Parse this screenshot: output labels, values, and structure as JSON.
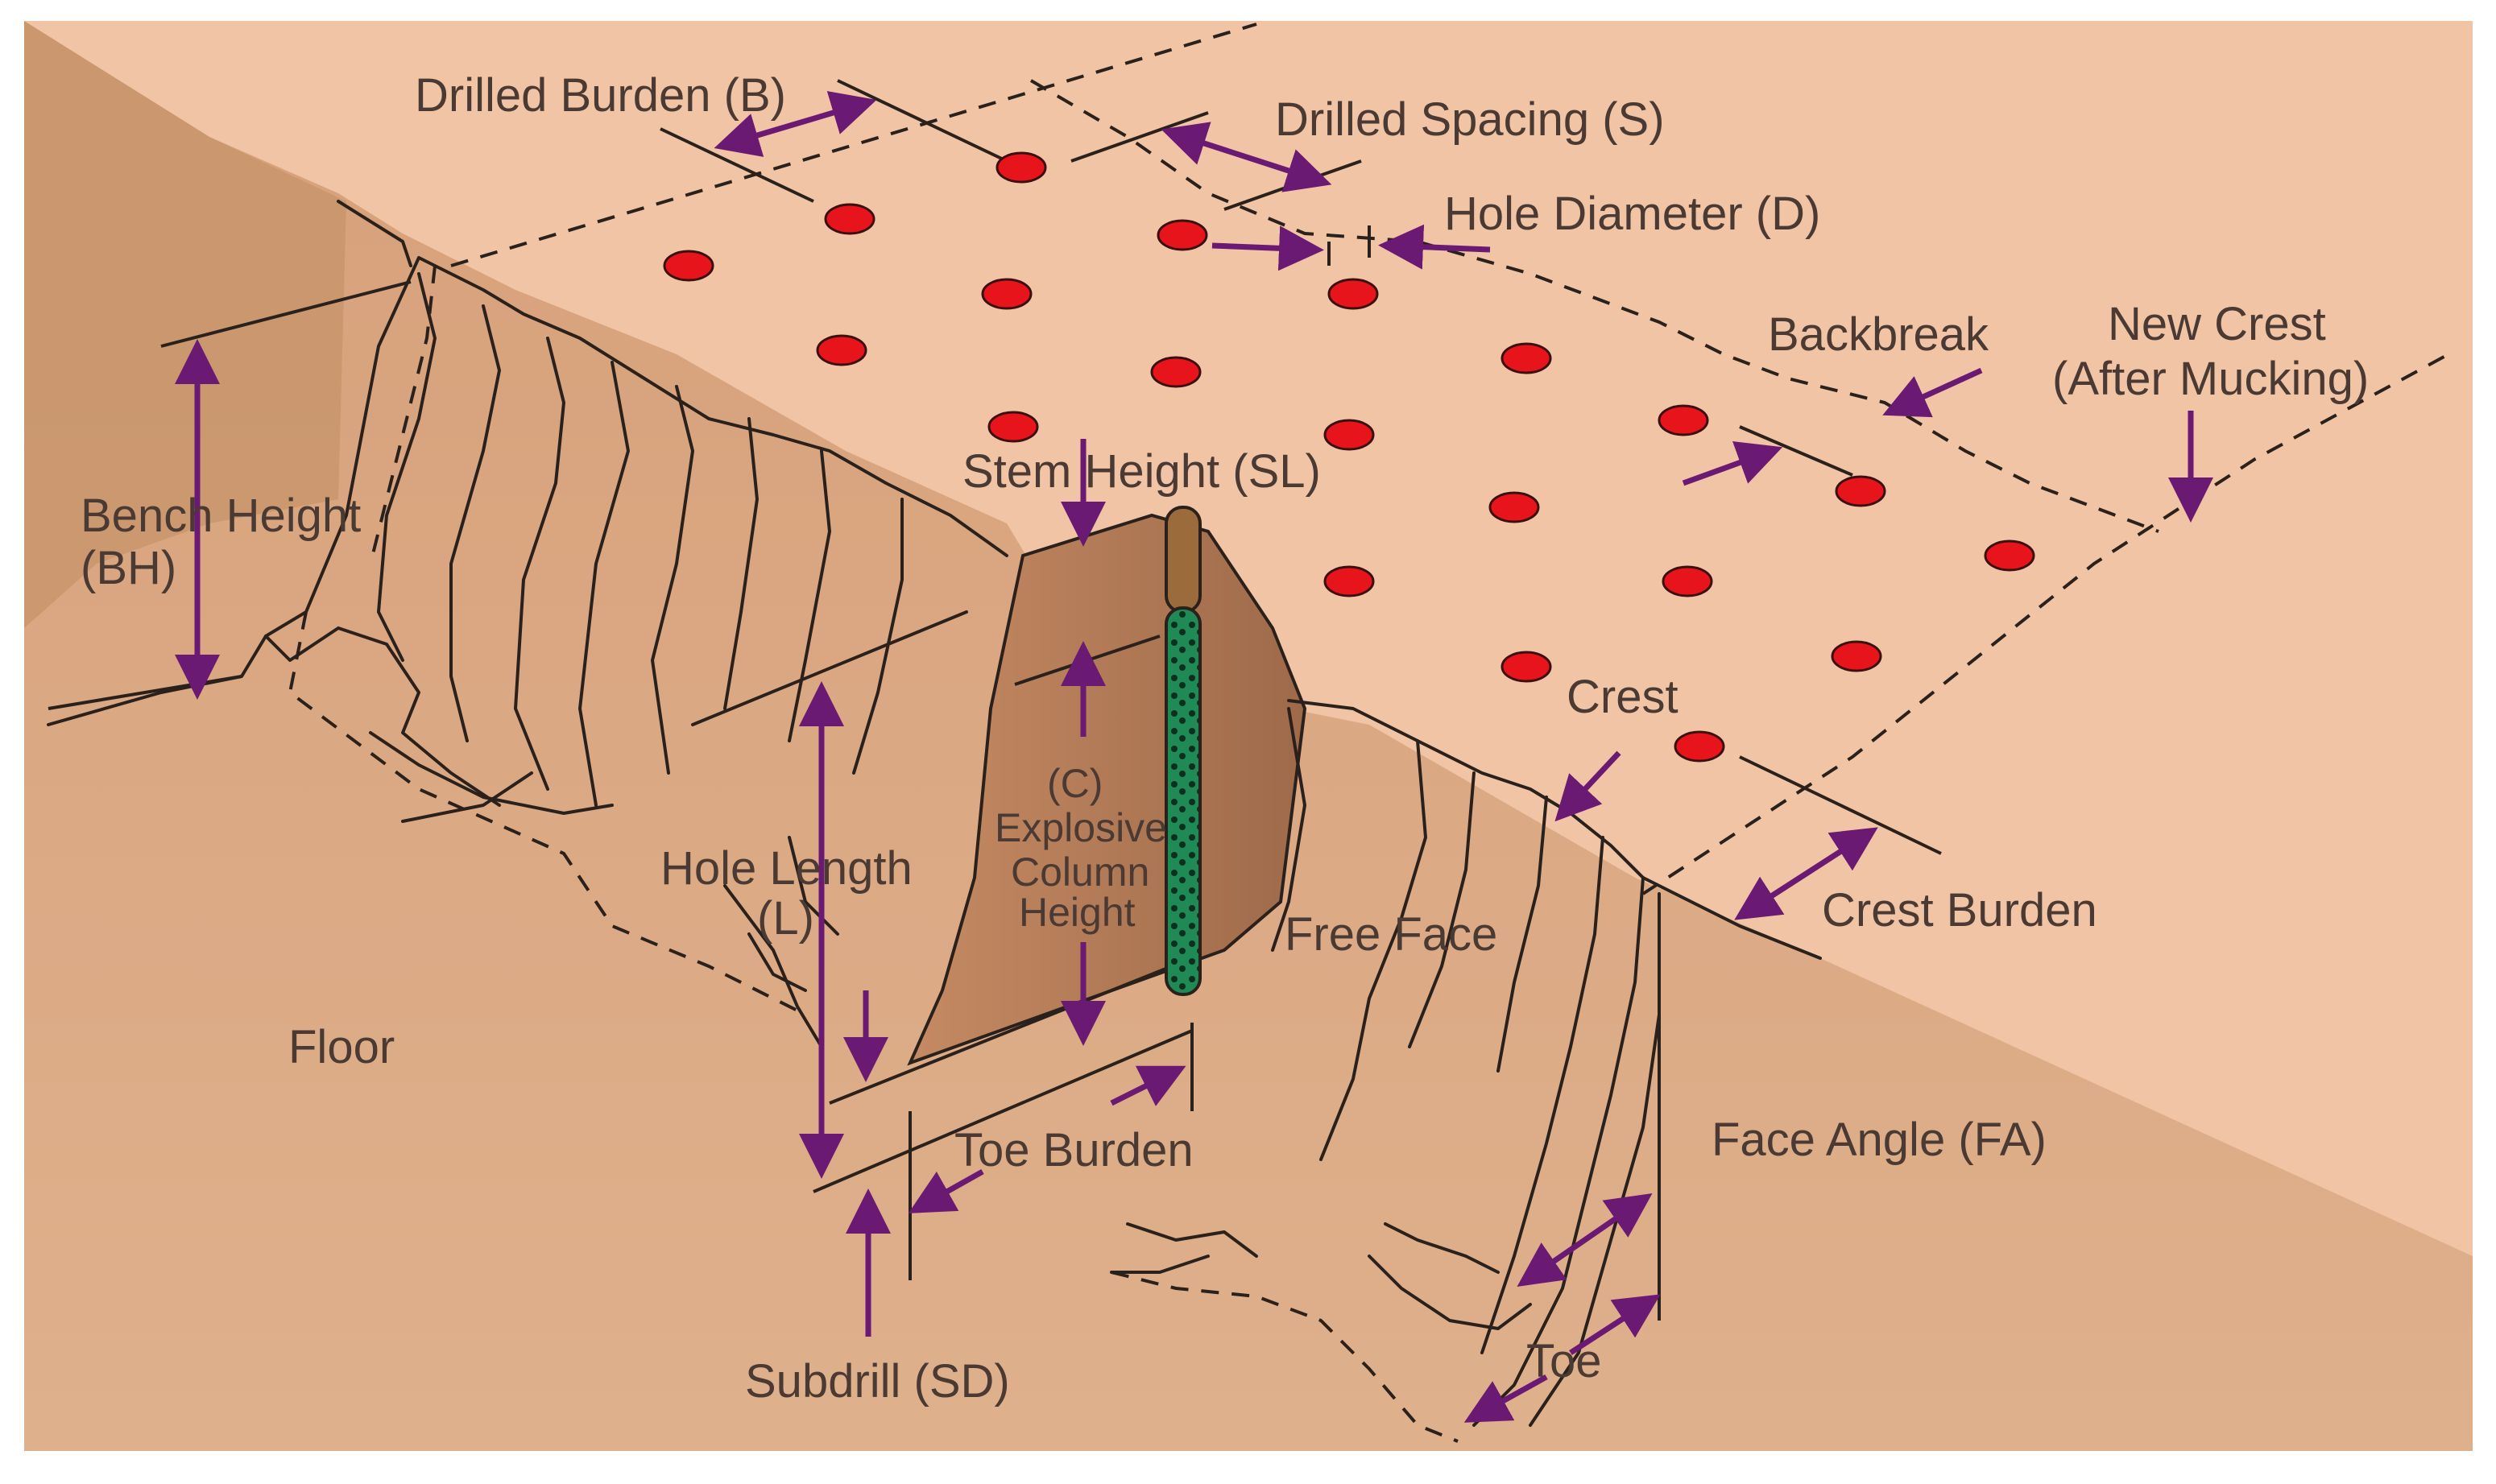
{
  "colors": {
    "background_light": "#f0c4a4",
    "floor": "#d9a47e",
    "face_dark": "#b07a55",
    "arrow": "#6a1a72",
    "hole": "#e8141c",
    "explosive": "#1f8a55",
    "stemming": "#9c6b3c"
  },
  "labels": {
    "drilled_burden": "Drilled Burden (B)",
    "drilled_spacing": "Drilled Spacing (S)",
    "hole_diameter": "Hole Diameter (D)",
    "backbreak": "Backbreak",
    "new_crest_1": "New Crest",
    "new_crest_2": "(After Mucking)",
    "bench_height_1": "Bench Height",
    "bench_height_2": "(BH)",
    "stem_height": "Stem Height (SL)",
    "crest": "Crest",
    "explosive_1": "(C)",
    "explosive_2": "Explosive",
    "explosive_3": "Column",
    "explosive_4": "Height",
    "hole_length_1": "Hole Length",
    "hole_length_2": "(L)",
    "free_face": "Free Face",
    "crest_burden": "Crest Burden",
    "floor": "Floor",
    "toe_burden": "Toe Burden",
    "face_angle": "Face Angle (FA)",
    "toe": "Toe",
    "subdrill": "Subdrill (SD)"
  },
  "icons": {
    "blast_hole": "red-ellipse",
    "dimension_arrow": "double-headed-arrow"
  }
}
